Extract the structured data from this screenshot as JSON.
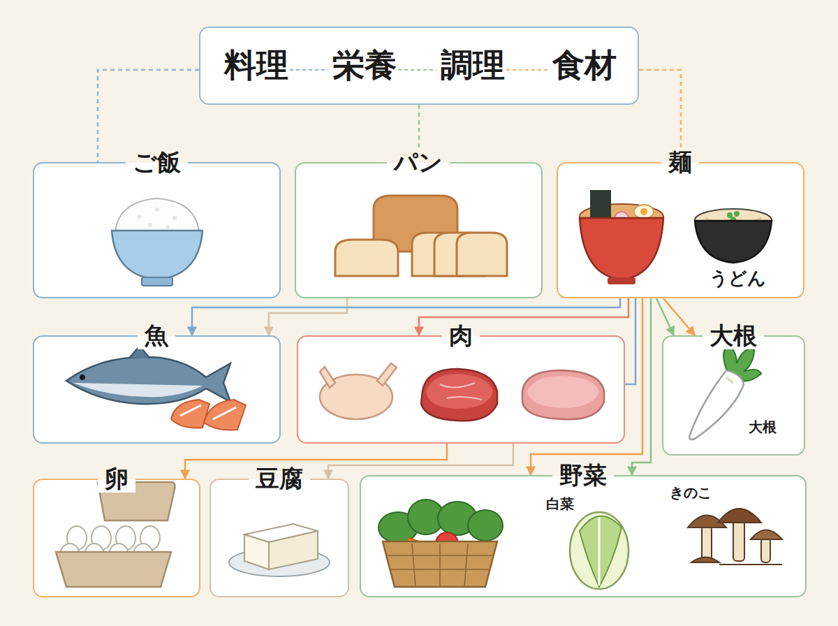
{
  "diagram": {
    "nodes": [
      {
        "text": [
          "料理",
          "栄養",
          "調理",
          "食材"
        ]
      },
      {
        "text": [
          "ご飯"
        ]
      },
      {
        "text": [
          "パン"
        ]
      },
      {
        "text": [
          "麺",
          "うどん"
        ]
      },
      {
        "text": [
          "魚"
        ]
      },
      {
        "text": [
          "肉"
        ]
      },
      {
        "text": [
          "大根",
          "大根"
        ]
      },
      {
        "text": [
          "卵"
        ]
      },
      {
        "text": [
          "豆腐"
        ]
      },
      {
        "text": [
          "野菜",
          "白菜",
          "きのこ"
        ]
      }
    ],
    "edges": [
      {
        "from": 0,
        "to": 1,
        "arrow": "none"
      },
      {
        "from": 0,
        "to": 2,
        "arrow": "none"
      },
      {
        "from": 0,
        "to": 3,
        "arrow": "none"
      },
      {
        "from": 2,
        "to": 4,
        "arrow": "to"
      },
      {
        "from": 3,
        "to": 4,
        "arrow": "to"
      },
      {
        "from": 3,
        "to": 5,
        "arrow": "to"
      },
      {
        "from": 3,
        "to": 5,
        "arrow": "none"
      },
      {
        "from": 3,
        "to": 6,
        "arrow": "to"
      },
      {
        "from": 3,
        "to": 6,
        "arrow": "to"
      },
      {
        "from": 3,
        "to": 9,
        "arrow": "to"
      },
      {
        "from": 3,
        "to": 9,
        "arrow": "to"
      },
      {
        "from": 5,
        "to": 7,
        "arrow": "to"
      },
      {
        "from": 5,
        "to": 8,
        "arrow": "to"
      }
    ]
  }
}
